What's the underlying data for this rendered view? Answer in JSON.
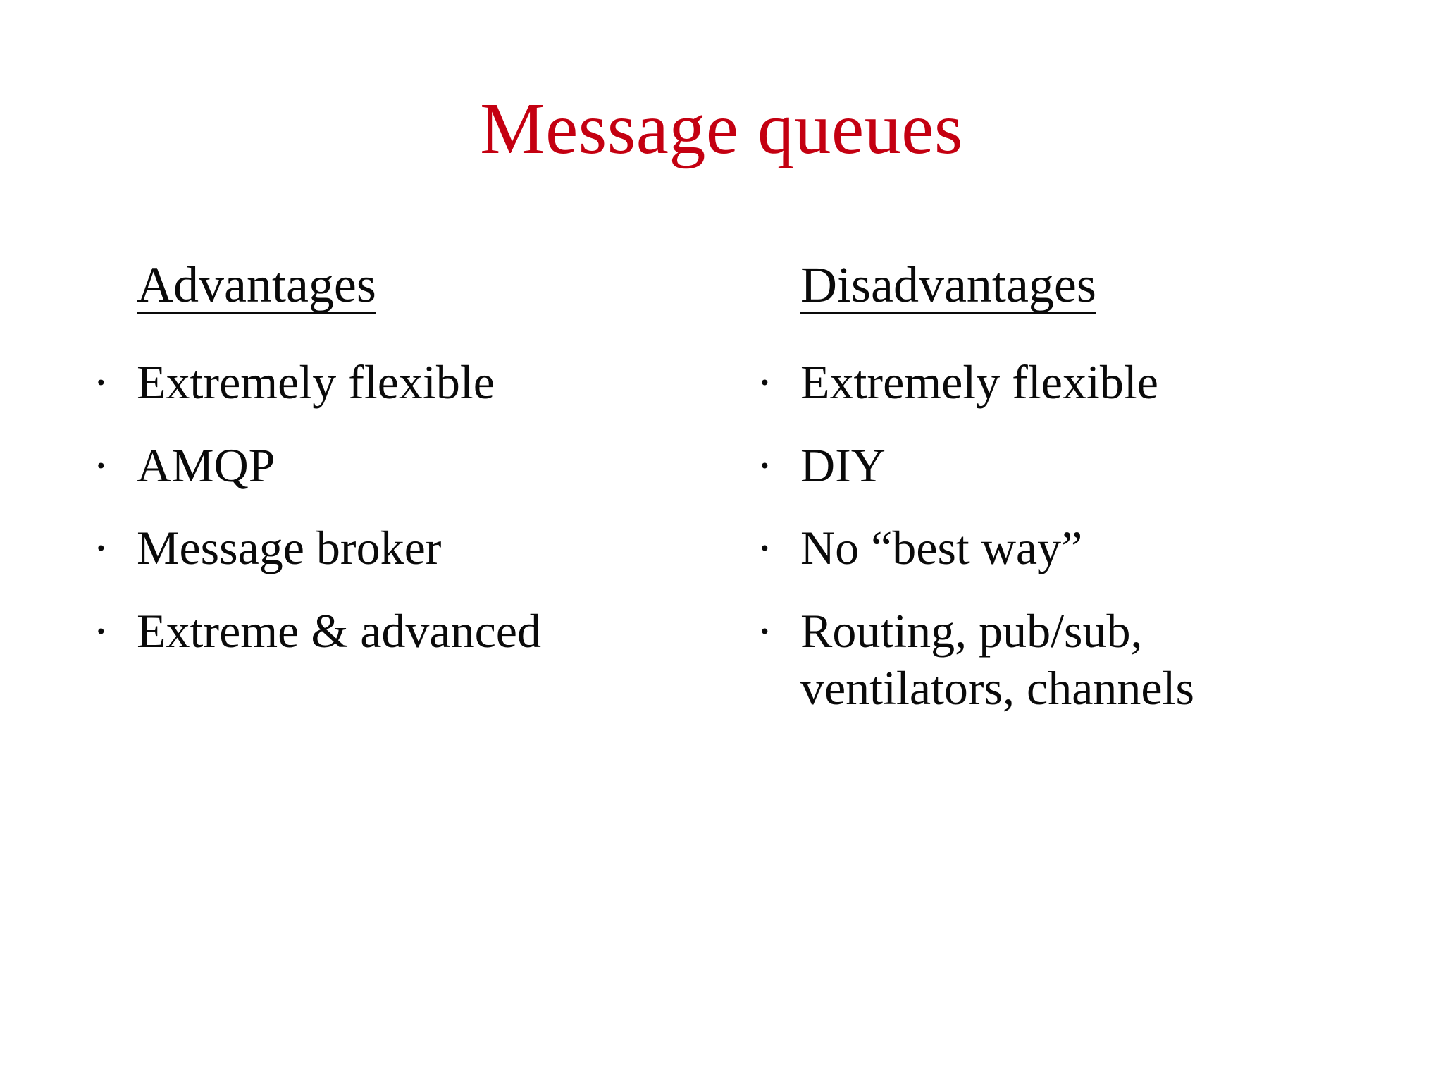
{
  "slide": {
    "title": "Message queues",
    "title_color": "#C40011",
    "text_color": "#0A0A0A",
    "background_color": "#FFFFFF",
    "bullet_glyph": "·"
  },
  "columns": [
    {
      "heading": "Advantages",
      "items": [
        {
          "text": "Extremely flexible"
        },
        {
          "text": "AMQP"
        },
        {
          "text": "Message broker"
        },
        {
          "text": "Extreme & advanced"
        }
      ]
    },
    {
      "heading": "Disadvantages",
      "items": [
        {
          "text": "Extremely flexible"
        },
        {
          "text": "DIY"
        },
        {
          "text": "No “best way”"
        },
        {
          "text": "Routing, pub/sub,\nventilators, channels"
        }
      ]
    }
  ]
}
